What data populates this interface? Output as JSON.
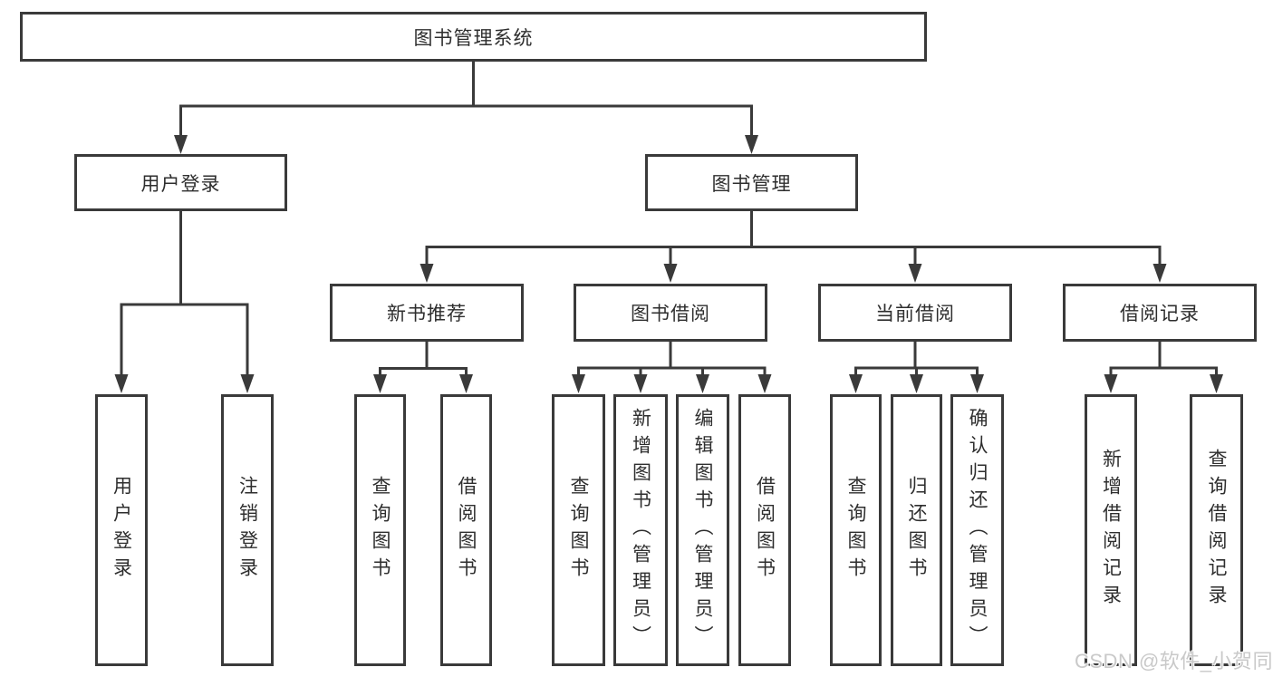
{
  "diagram": {
    "root": "图书管理系统",
    "branches": [
      {
        "label": "用户登录",
        "children": [
          "用户登录",
          "注销登录"
        ]
      },
      {
        "label": "图书管理",
        "children": [
          {
            "label": "新书推荐",
            "children": [
              "查询图书",
              "借阅图书"
            ]
          },
          {
            "label": "图书借阅",
            "children": [
              "查询图书",
              "新增图书（管理员）",
              "编辑图书（管理员）",
              "借阅图书"
            ]
          },
          {
            "label": "当前借阅",
            "children": [
              "查询图书",
              "归还图书",
              "确认归还（管理员）"
            ]
          },
          {
            "label": "借阅记录",
            "children": [
              "新增借阅记录",
              "查询借阅记录"
            ]
          }
        ]
      }
    ]
  },
  "watermark": {
    "text": "CSDN @软件_小贺同学"
  },
  "colors": {
    "line": "#3a3a3a",
    "box_border": "#3a3a3a",
    "box_background": "#ffffff",
    "text": "#2e2e2e",
    "watermark": "#c9c9c9",
    "page_background": "#ffffff"
  }
}
